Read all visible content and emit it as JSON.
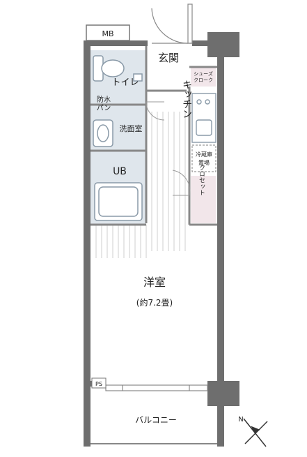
{
  "rooms": {
    "mb": "MB",
    "genkan": "玄関",
    "toilet": "トイレ",
    "waterproof_pan_line1": "防水",
    "waterproof_pan_line2": "パン",
    "washroom": "洗面室",
    "ub": "UB",
    "kitchen": "キッチン",
    "shoe_closet_line1": "シューズ",
    "shoe_closet_line2": "クローク",
    "fridge_line1": "冷蔵庫",
    "fridge_line2": "置場",
    "closet": "クロセット",
    "western_room": "洋室",
    "western_room_size": "(約7.2畳)",
    "ps": "PS",
    "balcony": "バルコニー"
  },
  "compass_label": "N",
  "colors": {
    "wall": "#6e6e6e",
    "wet_area": "#dfe6ec",
    "closet_fill": "#f2e6ea",
    "fixture_line": "#8a9aa8",
    "flooring_line": "#cfcfcf",
    "thin_line": "#999999"
  }
}
